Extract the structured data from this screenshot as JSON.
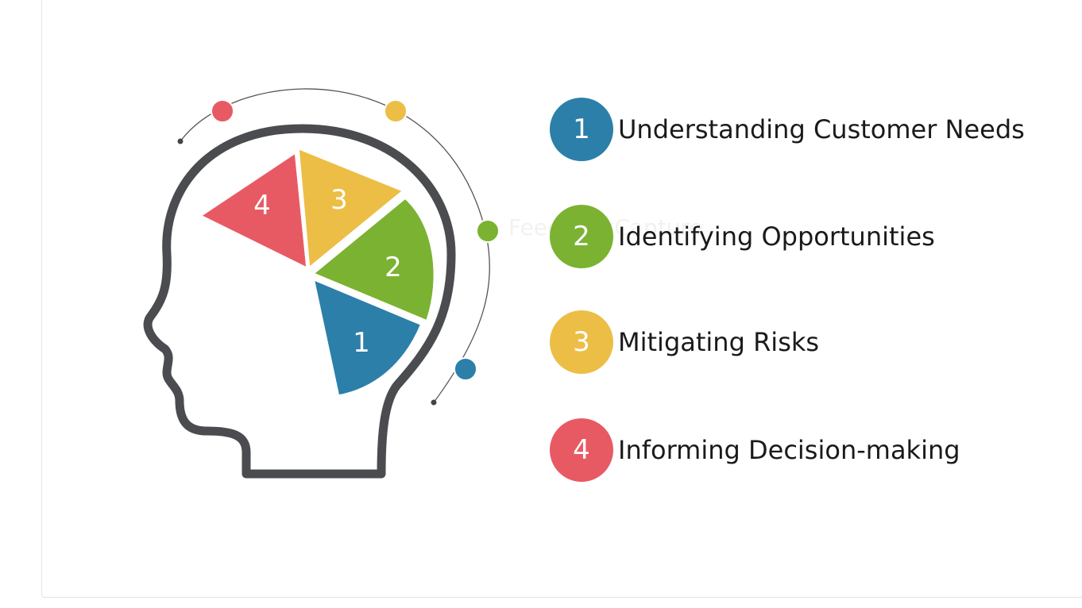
{
  "items": [
    {
      "number": "1",
      "label": "Understanding Customer Needs",
      "color": "#2c7fa8"
    },
    {
      "number": "2",
      "label": "Identifying Opportunities",
      "color": "#7bb232"
    },
    {
      "number": "3",
      "label": "Mitigating Risks",
      "color": "#ecbe45"
    },
    {
      "number": "4",
      "label": "Informing Decision-making",
      "color": "#e85a63"
    }
  ],
  "watermark": "FeedbackCapture",
  "head_color": "#4a4c4f"
}
